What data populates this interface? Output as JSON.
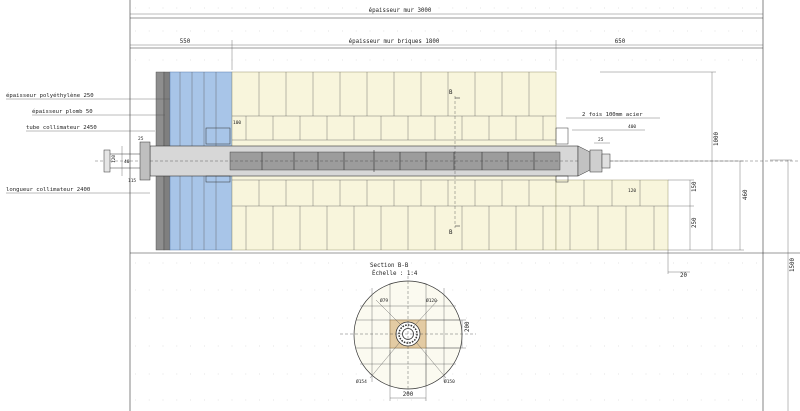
{
  "labels": {
    "top_wall": "épaisseur mur 3000",
    "brick_wall": "épaisseur mur briques 1800",
    "left_550": "550",
    "right_650": "650",
    "polyethylene": "épaisseur polyéthylène  250",
    "lead": "épaisseur plomb 50",
    "collimator_tube": "tube collimateur 2450",
    "collimator_length": "longueur collimateur 2400",
    "screws": "2 fois 100mm acier",
    "section_a": "B",
    "section_b": "B",
    "section_title": "Section B-B",
    "section_scale": "Échelle : 1:4"
  },
  "dims": {
    "d1000": "1000",
    "d460": "460",
    "d1500": "1500",
    "d150": "150",
    "d250": "250",
    "d20": "20",
    "d400": "400",
    "d100": "100",
    "d25_right": "25",
    "d25_left": "25",
    "d120_left": "120",
    "d40": "40",
    "d115": "115",
    "d120_low": "120",
    "d200_right": "200",
    "d200_bottom": "200",
    "phi79": "Ø79",
    "phi120": "Ø120",
    "phi154": "Ø154",
    "phi150": "Ø150"
  }
}
